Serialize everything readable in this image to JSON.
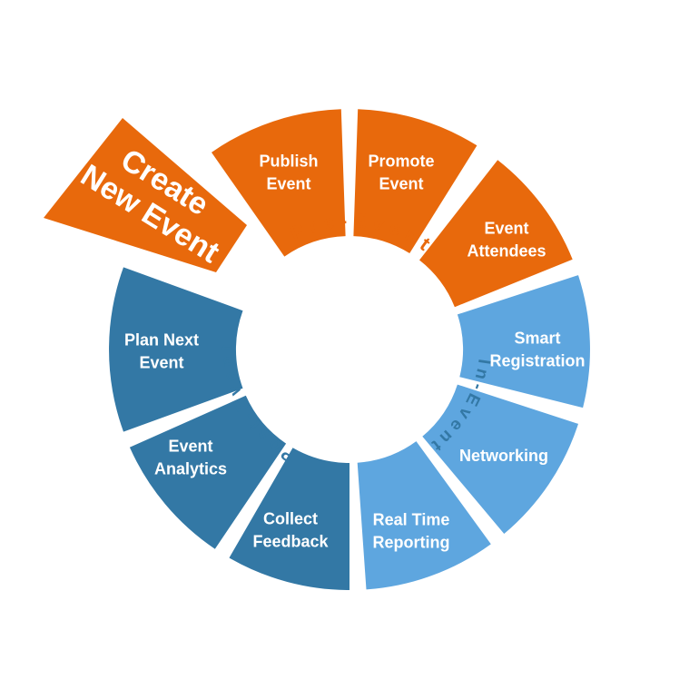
{
  "colors": {
    "orange": "#E8690C",
    "light_blue": "#5EA6DF",
    "dark_blue": "#3378A5",
    "white": "#FFFFFF"
  },
  "hero": {
    "line1": "Create",
    "line2": "New Event",
    "color": "#E8690C"
  },
  "phases": {
    "pre": {
      "label": "Pre-Event",
      "color": "#E8690C"
    },
    "in": {
      "label": "In-Event",
      "color": "#3378A5"
    },
    "post": {
      "label": "Post-Event",
      "color": "#3378A5"
    }
  },
  "segments": [
    {
      "id": "publish-event",
      "lines": [
        "Publish",
        "Event"
      ],
      "color": "#E8690C"
    },
    {
      "id": "promote-event",
      "lines": [
        "Promote",
        "Event"
      ],
      "color": "#E8690C"
    },
    {
      "id": "event-attendees",
      "lines": [
        "Event",
        "Attendees"
      ],
      "color": "#E8690C"
    },
    {
      "id": "smart-registration",
      "lines": [
        "Smart",
        "Registration"
      ],
      "color": "#5EA6DF"
    },
    {
      "id": "networking",
      "lines": [
        "Networking"
      ],
      "color": "#5EA6DF"
    },
    {
      "id": "real-time-reporting",
      "lines": [
        "Real Time",
        "Reporting"
      ],
      "color": "#5EA6DF"
    },
    {
      "id": "collect-feedback",
      "lines": [
        "Collect",
        "Feedback"
      ],
      "color": "#3378A5"
    },
    {
      "id": "event-analytics",
      "lines": [
        "Event",
        "Analytics"
      ],
      "color": "#3378A5"
    },
    {
      "id": "plan-next-event",
      "lines": [
        "Plan Next",
        "Event"
      ],
      "color": "#3378A5"
    }
  ]
}
